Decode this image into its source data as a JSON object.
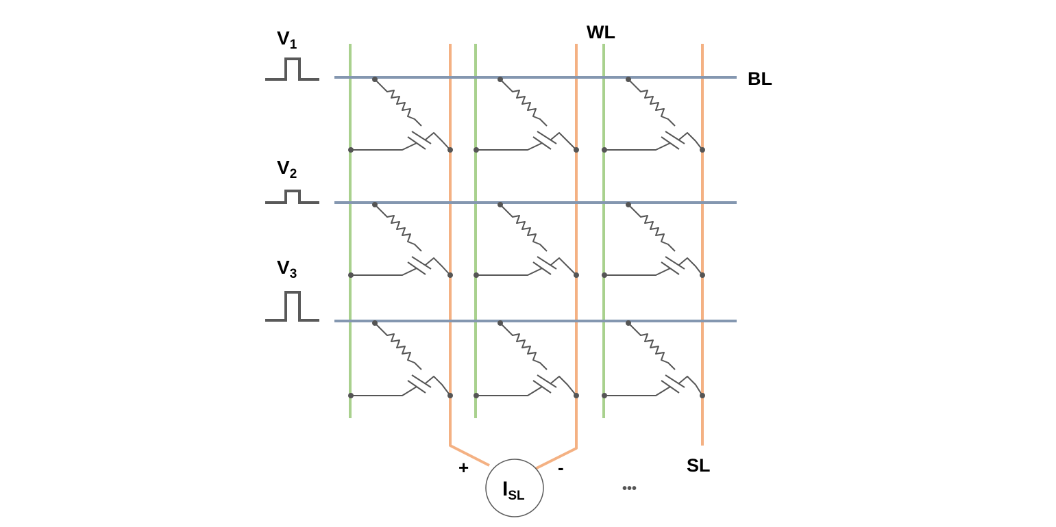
{
  "labels": {
    "wl": "WL",
    "bl": "BL",
    "sl": "SL",
    "v1_main": "V",
    "v1_sub": "1",
    "v2_main": "V",
    "v2_sub": "2",
    "v3_main": "V",
    "v3_sub": "3",
    "isl_main": "I",
    "isl_sub": "SL",
    "plus": "+",
    "minus": "-",
    "ellipsis": "•••"
  },
  "pulse_levels": [
    {
      "name": "V1",
      "relative_height": 1.0
    },
    {
      "name": "V2",
      "relative_height": 0.55
    },
    {
      "name": "V3",
      "relative_height": 1.35
    }
  ],
  "array": {
    "rows": 3,
    "columns": 3
  },
  "colors": {
    "word_line": "#a9d18e",
    "bit_line": "#8497b0",
    "source_line": "#f4b183",
    "cell": "#555555",
    "pulse": "#595959",
    "text": "#000000"
  }
}
